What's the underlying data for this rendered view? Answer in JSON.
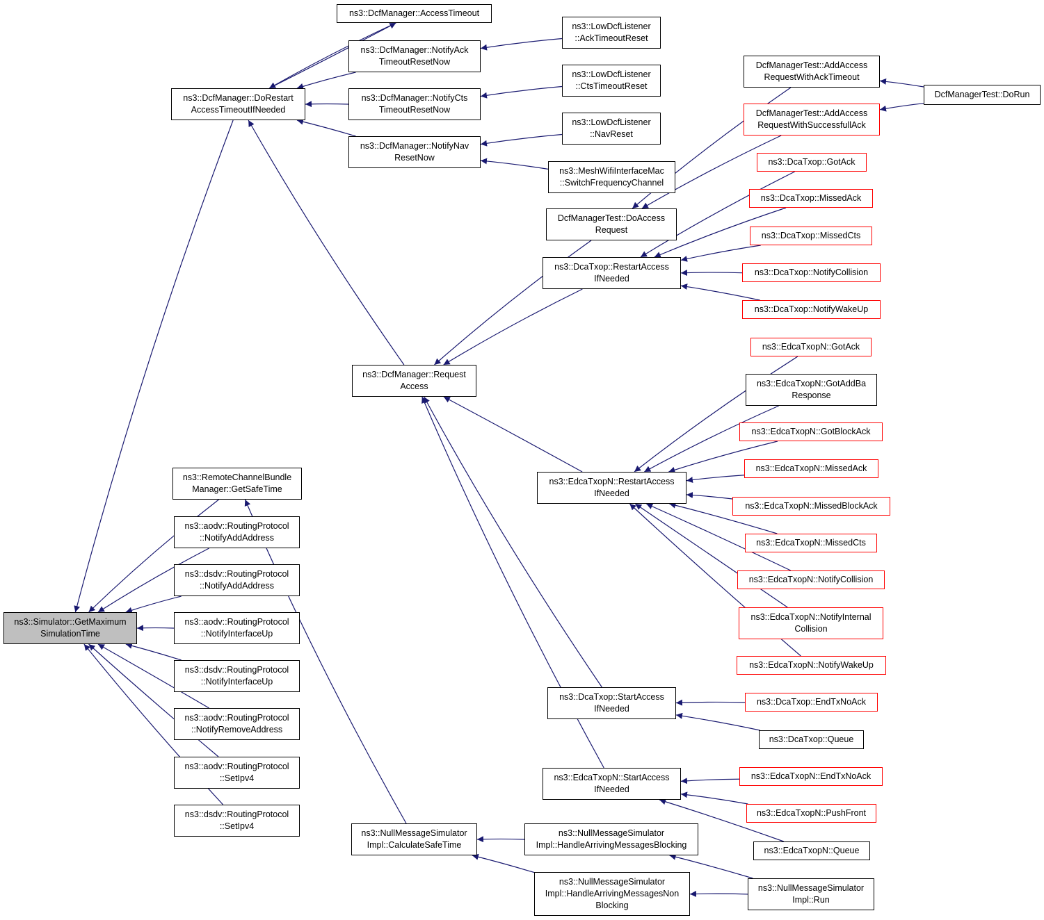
{
  "colors": {
    "edge": "#191970",
    "node_border": "#000000",
    "truncated_border": "#ff0000",
    "root_fill": "#bfbfbf"
  },
  "nodes": [
    {
      "id": "root",
      "lines": [
        "ns3::Simulator::GetMaximum",
        "SimulationTime"
      ],
      "style": "root"
    },
    {
      "id": "doRestart",
      "lines": [
        "ns3::DcfManager::DoRestart",
        "AccessTimeoutIfNeeded"
      ],
      "style": "normal"
    },
    {
      "id": "accessTimeout",
      "lines": [
        "ns3::DcfManager::AccessTimeout"
      ],
      "style": "normal"
    },
    {
      "id": "notifyAck",
      "lines": [
        "ns3::DcfManager::NotifyAck",
        "TimeoutResetNow"
      ],
      "style": "normal"
    },
    {
      "id": "notifyCts",
      "lines": [
        "ns3::DcfManager::NotifyCts",
        "TimeoutResetNow"
      ],
      "style": "normal"
    },
    {
      "id": "notifyNav",
      "lines": [
        "ns3::DcfManager::NotifyNav",
        "ResetNow"
      ],
      "style": "normal"
    },
    {
      "id": "lowAck",
      "lines": [
        "ns3::LowDcfListener",
        "::AckTimeoutReset"
      ],
      "style": "normal"
    },
    {
      "id": "lowCts",
      "lines": [
        "ns3::LowDcfListener",
        "::CtsTimeoutReset"
      ],
      "style": "normal"
    },
    {
      "id": "lowNav",
      "lines": [
        "ns3::LowDcfListener",
        "::NavReset"
      ],
      "style": "normal"
    },
    {
      "id": "meshSwitch",
      "lines": [
        "ns3::MeshWifiInterfaceMac",
        "::SwitchFrequencyChannel"
      ],
      "style": "normal"
    },
    {
      "id": "testAckTimeout",
      "lines": [
        "DcfManagerTest::AddAccess",
        "RequestWithAckTimeout"
      ],
      "style": "normal"
    },
    {
      "id": "testSuccess",
      "lines": [
        "DcfManagerTest::AddAccess",
        "RequestWithSuccessfullAck"
      ],
      "style": "truncated"
    },
    {
      "id": "testDoRun",
      "lines": [
        "DcfManagerTest::DoRun"
      ],
      "style": "normal"
    },
    {
      "id": "testDoAccess",
      "lines": [
        "DcfManagerTest::DoAccess",
        "Request"
      ],
      "style": "normal"
    },
    {
      "id": "dcaGotAck",
      "lines": [
        "ns3::DcaTxop::GotAck"
      ],
      "style": "truncated"
    },
    {
      "id": "dcaMissedAck",
      "lines": [
        "ns3::DcaTxop::MissedAck"
      ],
      "style": "truncated"
    },
    {
      "id": "dcaMissedCts",
      "lines": [
        "ns3::DcaTxop::MissedCts"
      ],
      "style": "truncated"
    },
    {
      "id": "dcaNotifyCollision",
      "lines": [
        "ns3::DcaTxop::NotifyCollision"
      ],
      "style": "truncated"
    },
    {
      "id": "dcaNotifyWakeUp",
      "lines": [
        "ns3::DcaTxop::NotifyWakeUp"
      ],
      "style": "truncated"
    },
    {
      "id": "dcaRestart",
      "lines": [
        "ns3::DcaTxop::RestartAccess",
        "IfNeeded"
      ],
      "style": "normal"
    },
    {
      "id": "requestAccess",
      "lines": [
        "ns3::DcfManager::Request",
        "Access"
      ],
      "style": "normal"
    },
    {
      "id": "edcaGotAck",
      "lines": [
        "ns3::EdcaTxopN::GotAck"
      ],
      "style": "truncated"
    },
    {
      "id": "edcaGotAddBa",
      "lines": [
        "ns3::EdcaTxopN::GotAddBa",
        "Response"
      ],
      "style": "normal"
    },
    {
      "id": "edcaGotBlockAck",
      "lines": [
        "ns3::EdcaTxopN::GotBlockAck"
      ],
      "style": "truncated"
    },
    {
      "id": "edcaMissedAck",
      "lines": [
        "ns3::EdcaTxopN::MissedAck"
      ],
      "style": "truncated"
    },
    {
      "id": "edcaMissedBlockAck",
      "lines": [
        "ns3::EdcaTxopN::MissedBlockAck"
      ],
      "style": "truncated"
    },
    {
      "id": "edcaMissedCts",
      "lines": [
        "ns3::EdcaTxopN::MissedCts"
      ],
      "style": "truncated"
    },
    {
      "id": "edcaNotifyCollision",
      "lines": [
        "ns3::EdcaTxopN::NotifyCollision"
      ],
      "style": "truncated"
    },
    {
      "id": "edcaNotifyInternal",
      "lines": [
        "ns3::EdcaTxopN::NotifyInternal",
        "Collision"
      ],
      "style": "truncated"
    },
    {
      "id": "edcaNotifyWakeUp",
      "lines": [
        "ns3::EdcaTxopN::NotifyWakeUp"
      ],
      "style": "truncated"
    },
    {
      "id": "edcaRestart",
      "lines": [
        "ns3::EdcaTxopN::RestartAccess",
        "IfNeeded"
      ],
      "style": "normal"
    },
    {
      "id": "remoteGetSafe",
      "lines": [
        "ns3::RemoteChannelBundle",
        "Manager::GetSafeTime"
      ],
      "style": "normal"
    },
    {
      "id": "aodvNotifyAdd",
      "lines": [
        "ns3::aodv::RoutingProtocol",
        "::NotifyAddAddress"
      ],
      "style": "normal"
    },
    {
      "id": "dsdvNotifyAdd",
      "lines": [
        "ns3::dsdv::RoutingProtocol",
        "::NotifyAddAddress"
      ],
      "style": "normal"
    },
    {
      "id": "aodvIfUp",
      "lines": [
        "ns3::aodv::RoutingProtocol",
        "::NotifyInterfaceUp"
      ],
      "style": "normal"
    },
    {
      "id": "dsdvIfUp",
      "lines": [
        "ns3::dsdv::RoutingProtocol",
        "::NotifyInterfaceUp"
      ],
      "style": "normal"
    },
    {
      "id": "aodvRemove",
      "lines": [
        "ns3::aodv::RoutingProtocol",
        "::NotifyRemoveAddress"
      ],
      "style": "normal"
    },
    {
      "id": "aodvSetIpv4",
      "lines": [
        "ns3::aodv::RoutingProtocol",
        "::SetIpv4"
      ],
      "style": "normal"
    },
    {
      "id": "dsdvSetIpv4",
      "lines": [
        "ns3::dsdv::RoutingProtocol",
        "::SetIpv4"
      ],
      "style": "normal"
    },
    {
      "id": "dcaStart",
      "lines": [
        "ns3::DcaTxop::StartAccess",
        "IfNeeded"
      ],
      "style": "normal"
    },
    {
      "id": "dcaEndTx",
      "lines": [
        "ns3::DcaTxop::EndTxNoAck"
      ],
      "style": "truncated"
    },
    {
      "id": "dcaQueue",
      "lines": [
        "ns3::DcaTxop::Queue"
      ],
      "style": "normal"
    },
    {
      "id": "edcaStart",
      "lines": [
        "ns3::EdcaTxopN::StartAccess",
        "IfNeeded"
      ],
      "style": "normal"
    },
    {
      "id": "edcaEndTx",
      "lines": [
        "ns3::EdcaTxopN::EndTxNoAck"
      ],
      "style": "truncated"
    },
    {
      "id": "edcaPushFront",
      "lines": [
        "ns3::EdcaTxopN::PushFront"
      ],
      "style": "truncated"
    },
    {
      "id": "edcaQueue",
      "lines": [
        "ns3::EdcaTxopN::Queue"
      ],
      "style": "normal"
    },
    {
      "id": "nullCalc",
      "lines": [
        "ns3::NullMessageSimulator",
        "Impl::CalculateSafeTime"
      ],
      "style": "normal"
    },
    {
      "id": "nullHandleBlocking",
      "lines": [
        "ns3::NullMessageSimulator",
        "Impl::HandleArrivingMessagesBlocking"
      ],
      "style": "normal"
    },
    {
      "id": "nullHandleNon",
      "lines": [
        "ns3::NullMessageSimulator",
        "Impl::HandleArrivingMessagesNon",
        "Blocking"
      ],
      "style": "normal"
    },
    {
      "id": "nullRun",
      "lines": [
        "ns3::NullMessageSimulator",
        "Impl::Run"
      ],
      "style": "normal"
    }
  ],
  "edges": [
    {
      "from": "doRestart",
      "to": "root"
    },
    {
      "from": "remoteGetSafe",
      "to": "root"
    },
    {
      "from": "aodvNotifyAdd",
      "to": "root"
    },
    {
      "from": "dsdvNotifyAdd",
      "to": "root"
    },
    {
      "from": "aodvIfUp",
      "to": "root"
    },
    {
      "from": "dsdvIfUp",
      "to": "root"
    },
    {
      "from": "aodvRemove",
      "to": "root"
    },
    {
      "from": "aodvSetIpv4",
      "to": "root"
    },
    {
      "from": "dsdvSetIpv4",
      "to": "root"
    },
    {
      "from": "accessTimeout",
      "to": "doRestart"
    },
    {
      "from": "doRestart",
      "to": "accessTimeout"
    },
    {
      "from": "notifyAck",
      "to": "doRestart"
    },
    {
      "from": "notifyCts",
      "to": "doRestart"
    },
    {
      "from": "notifyNav",
      "to": "doRestart"
    },
    {
      "from": "requestAccess",
      "to": "doRestart"
    },
    {
      "from": "lowAck",
      "to": "notifyAck"
    },
    {
      "from": "lowCts",
      "to": "notifyCts"
    },
    {
      "from": "lowNav",
      "to": "notifyNav"
    },
    {
      "from": "meshSwitch",
      "to": "notifyNav"
    },
    {
      "from": "testDoAccess",
      "to": "requestAccess"
    },
    {
      "from": "dcaRestart",
      "to": "requestAccess"
    },
    {
      "from": "edcaRestart",
      "to": "requestAccess"
    },
    {
      "from": "dcaStart",
      "to": "requestAccess"
    },
    {
      "from": "edcaStart",
      "to": "requestAccess"
    },
    {
      "from": "testAckTimeout",
      "to": "testDoAccess"
    },
    {
      "from": "testSuccess",
      "to": "testDoAccess"
    },
    {
      "from": "testDoRun",
      "to": "testAckTimeout"
    },
    {
      "from": "testDoRun",
      "to": "testSuccess"
    },
    {
      "from": "dcaGotAck",
      "to": "dcaRestart"
    },
    {
      "from": "dcaMissedAck",
      "to": "dcaRestart"
    },
    {
      "from": "dcaMissedCts",
      "to": "dcaRestart"
    },
    {
      "from": "dcaNotifyCollision",
      "to": "dcaRestart"
    },
    {
      "from": "dcaNotifyWakeUp",
      "to": "dcaRestart"
    },
    {
      "from": "edcaGotAck",
      "to": "edcaRestart"
    },
    {
      "from": "edcaGotAddBa",
      "to": "edcaRestart"
    },
    {
      "from": "edcaGotBlockAck",
      "to": "edcaRestart"
    },
    {
      "from": "edcaMissedAck",
      "to": "edcaRestart"
    },
    {
      "from": "edcaMissedBlockAck",
      "to": "edcaRestart"
    },
    {
      "from": "edcaMissedCts",
      "to": "edcaRestart"
    },
    {
      "from": "edcaNotifyCollision",
      "to": "edcaRestart"
    },
    {
      "from": "edcaNotifyInternal",
      "to": "edcaRestart"
    },
    {
      "from": "edcaNotifyWakeUp",
      "to": "edcaRestart"
    },
    {
      "from": "dcaEndTx",
      "to": "dcaStart"
    },
    {
      "from": "dcaQueue",
      "to": "dcaStart"
    },
    {
      "from": "edcaEndTx",
      "to": "edcaStart"
    },
    {
      "from": "edcaPushFront",
      "to": "edcaStart"
    },
    {
      "from": "edcaQueue",
      "to": "edcaStart"
    },
    {
      "from": "nullCalc",
      "to": "remoteGetSafe"
    },
    {
      "from": "nullHandleBlocking",
      "to": "nullCalc"
    },
    {
      "from": "nullHandleNon",
      "to": "nullCalc"
    },
    {
      "from": "nullRun",
      "to": "nullHandleBlocking"
    },
    {
      "from": "nullRun",
      "to": "nullHandleNon"
    }
  ]
}
